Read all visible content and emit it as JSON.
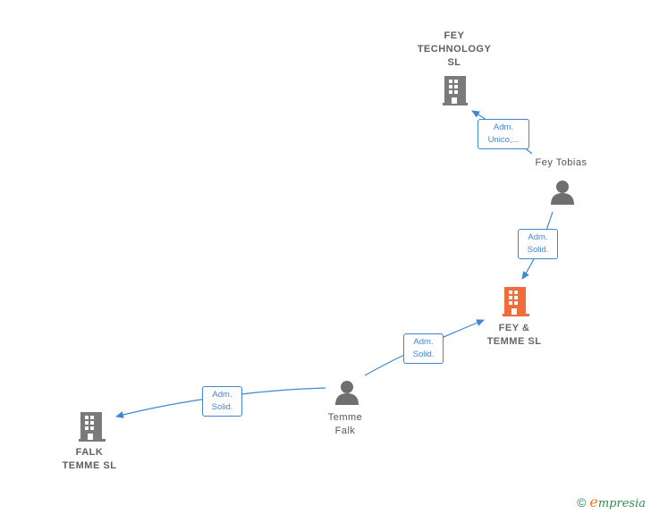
{
  "nodes": {
    "fey_technology": {
      "label_lines": [
        "FEY",
        "TECHNOLOGY",
        "SL"
      ],
      "type": "company",
      "icon": "building-icon",
      "color": "#7a7a7a"
    },
    "fey_tobias": {
      "label_lines": [
        "Fey Tobias"
      ],
      "type": "person",
      "icon": "person-icon",
      "color": "#6f6f6f"
    },
    "fey_temme": {
      "label_lines": [
        "FEY &",
        "TEMME SL"
      ],
      "type": "company",
      "icon": "building-icon",
      "color": "#f26b3a"
    },
    "temme_falk": {
      "label_lines": [
        "Temme",
        "Falk"
      ],
      "type": "person",
      "icon": "person-icon",
      "color": "#6f6f6f"
    },
    "falk_temme": {
      "label_lines": [
        "FALK",
        "TEMME SL"
      ],
      "type": "company",
      "icon": "building-icon",
      "color": "#7a7a7a"
    }
  },
  "edges": [
    {
      "from": "fey_tobias",
      "to": "fey_technology",
      "label_lines": [
        "Adm.",
        "Unico,..."
      ]
    },
    {
      "from": "fey_tobias",
      "to": "fey_temme",
      "label_lines": [
        "Adm.",
        "Solid."
      ]
    },
    {
      "from": "temme_falk",
      "to": "fey_temme",
      "label_lines": [
        "Adm.",
        "Solid."
      ]
    },
    {
      "from": "temme_falk",
      "to": "falk_temme",
      "label_lines": [
        "Adm.",
        "Solid."
      ]
    }
  ],
  "edge_color": "#3f87d2",
  "footer": {
    "copyright_symbol": "©",
    "brand_first": "e",
    "brand_rest": "mpresia"
  }
}
